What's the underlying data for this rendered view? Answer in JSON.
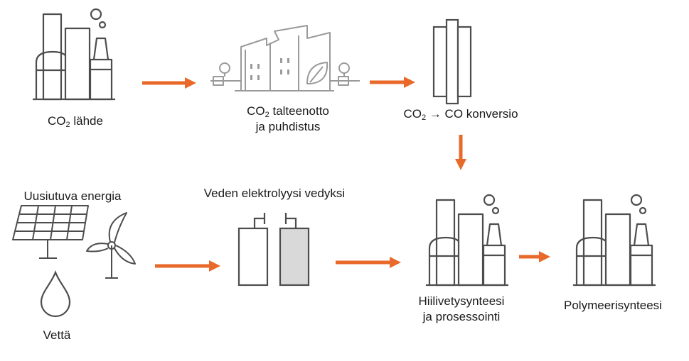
{
  "labels": {
    "co2_source": {
      "prefix": "CO",
      "sub": "2",
      "suffix": " lähde"
    },
    "capture": {
      "prefix": "CO",
      "sub": "2",
      "suffix": " talteenotto",
      "line2": "ja puhdistus"
    },
    "conversion": {
      "prefix": "CO",
      "sub": "2",
      "suffix": " → CO konversio"
    },
    "renewable": "Uusiutuva energia",
    "water": "Vettä",
    "electrolysis": "Veden elektrolyysi vedyksi",
    "hydrocarbon": {
      "line1": "Hiilivetysynteesi",
      "line2": "ja prosessointi"
    },
    "polymer": "Polymeerisynteesi"
  },
  "colors": {
    "arrow": "#e8692a",
    "icon_stroke": "#4d4d4d",
    "icon_stroke_light": "#9a9a9a",
    "cell_fill": "#d9d9d9",
    "text": "#1a1a1a"
  },
  "icons": {
    "co2_source": "factory-icon",
    "capture": "capture-plant-icon",
    "conversion": "conversion-reactor-icon",
    "solar": "solar-panel-icon",
    "wind": "wind-turbine-icon",
    "water": "water-drop-icon",
    "electrolysis": "electrolyser-icon",
    "hydrocarbon": "factory-icon",
    "polymer": "factory-icon"
  }
}
